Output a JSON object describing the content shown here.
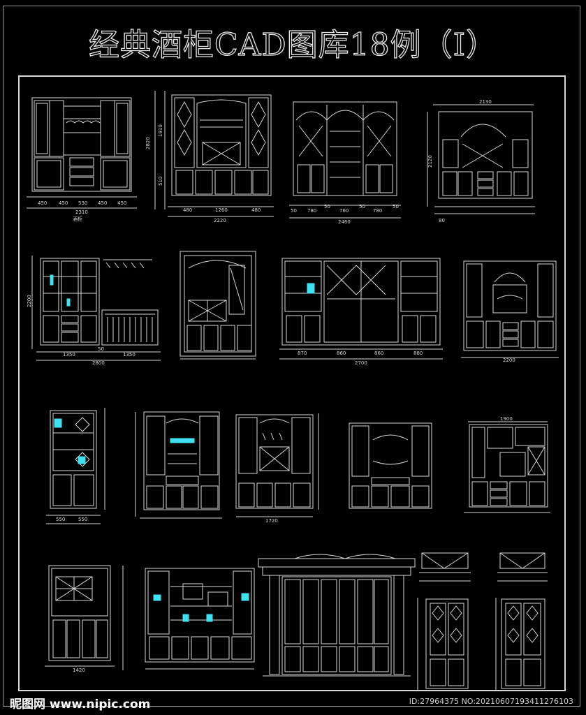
{
  "title": "经典酒柜CAD图库18例（Ⅰ）",
  "colors": {
    "background": "#000000",
    "line": "#d8d8d8",
    "accent": "#3fe0f0"
  },
  "dimensions": {
    "c1_bottom": [
      "450",
      "450",
      "530",
      "450",
      "450"
    ],
    "c1_total": "2310",
    "c1_label": "酒柜",
    "c2_bottom": [
      "480",
      "1260",
      "480"
    ],
    "c2_total": "2220",
    "c2_side": [
      "2820",
      "1910",
      "510"
    ],
    "c3_bottom": [
      "50",
      "780",
      "50",
      "760",
      "50",
      "780",
      "50"
    ],
    "c3_total": "2460",
    "c4_top": "2130",
    "c4_side": "2120",
    "c4_bottom": "80",
    "c5_bottom": [
      "1350",
      "50",
      "1350"
    ],
    "c5_total": "2800",
    "c5_side": "2200",
    "c7_bottom": [
      "870",
      "860",
      "860",
      "880"
    ],
    "c7_total": "2700",
    "c8_total": "2200",
    "c13_top": "1900",
    "c12_total": "1720",
    "c9_bottom": [
      "550",
      "550"
    ],
    "c14_total": "1420"
  },
  "watermark": {
    "site": "昵图网 www.nipic.com",
    "id": "ID:27964375 NO:20210607193411276103"
  }
}
